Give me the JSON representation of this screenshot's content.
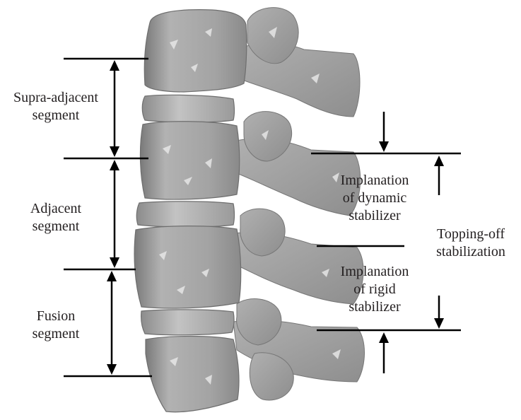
{
  "labels": {
    "supra_adjacent": [
      "Supra-adjacent",
      "segment"
    ],
    "adjacent": [
      "Adjacent",
      "segment"
    ],
    "fusion": [
      "Fusion",
      "segment"
    ],
    "dynamic": [
      "Implanation",
      "of dynamic",
      "stabilizer"
    ],
    "rigid": [
      "Implanation",
      "of rigid",
      "stabilizer"
    ],
    "topping_off": [
      "Topping-off",
      "stabilization"
    ]
  },
  "colors": {
    "bone": "#a4a4a4",
    "bone_dark": "#6f6f6f",
    "bone_light": "#cfcfcf",
    "line": "#000000",
    "text": "#231f20"
  }
}
